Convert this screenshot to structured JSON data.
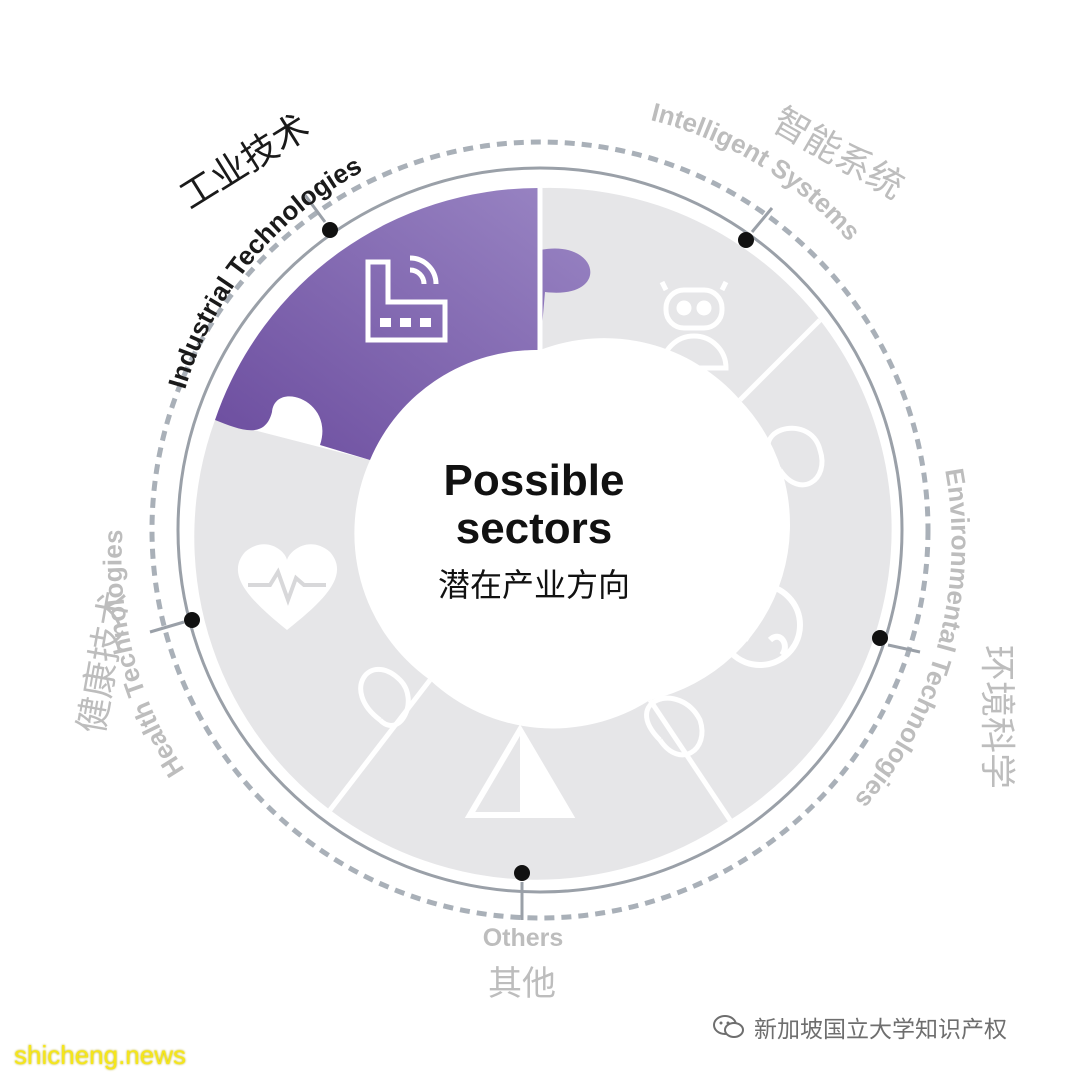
{
  "center": {
    "title_line1": "Possible",
    "title_line2": "sectors",
    "subtitle_cn": "潜在产业方向"
  },
  "sectors": [
    {
      "key": "industrial",
      "label_en": "Industrial Technologies",
      "label_cn": "工业技术",
      "icon": "factory-wifi-icon",
      "active": true
    },
    {
      "key": "intelligent",
      "label_en": "Intelligent Systems",
      "label_cn": "智能系统",
      "icon": "robot-icon",
      "active": false
    },
    {
      "key": "environmental",
      "label_en": "Environmental Technologies",
      "label_cn": "环境科学",
      "icon": "globe-sprout-icon",
      "active": false
    },
    {
      "key": "others",
      "label_en": "Others",
      "label_cn": "其他",
      "icon": "triangle-icon",
      "active": false
    },
    {
      "key": "health",
      "label_en": "Health Technologies",
      "label_cn": "健康技术",
      "icon": "heart-pulse-icon",
      "active": false
    }
  ],
  "colors": {
    "active_fill": "#7a5ba8",
    "inactive_fill": "#e6e6e8",
    "active_label": "#1a1a1a",
    "inactive_label": "#bdbdbd",
    "ring": "#9aa0a8"
  },
  "watermarks": {
    "left": "shicheng.news",
    "right": "新加坡国立大学知识产权"
  }
}
